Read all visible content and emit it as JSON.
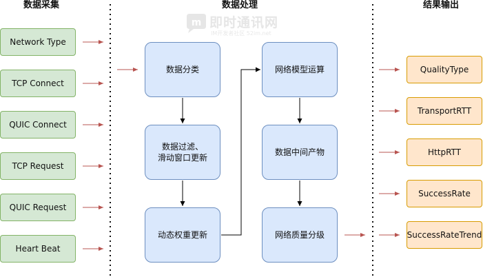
{
  "headers": {
    "collect": "数据采集",
    "process": "数据处理",
    "output": "结果输出"
  },
  "collect_items": [
    "Network Type",
    "TCP Connect",
    "QUIC Connect",
    "TCP Request",
    "QUIC Request",
    "Heart Beat"
  ],
  "process": {
    "classify": "数据分类",
    "filter": "数据过滤、\n滑动窗口更新",
    "weight": "动态权重更新",
    "model": "网络模型运算",
    "intermediate": "数据中间产物",
    "grade": "网络质量分级"
  },
  "output_items": [
    "QualityType",
    "TransportRTT",
    "HttpRTT",
    "SuccessRate",
    "SuccessRateTrend"
  ],
  "watermark": {
    "title": "即时通讯网",
    "subtitle": "IM开发者社区 52im.net"
  },
  "colors": {
    "green_fill": "#d5e8d4",
    "blue_fill": "#dae8fc",
    "orange_fill": "#ffe6cc",
    "input_arrow": "#b85450",
    "flow_arrow": "#000000"
  }
}
